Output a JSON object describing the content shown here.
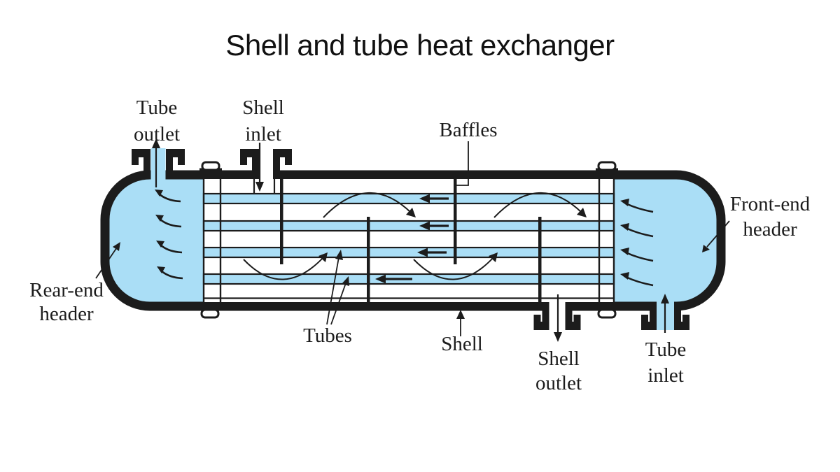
{
  "title": "Shell and tube heat exchanger",
  "colors": {
    "fluid": "#aadef6",
    "line": "#1c1c1c",
    "background": "#ffffff",
    "title_text": "#111111"
  },
  "labels": {
    "tube_outlet": {
      "line1": "Tube",
      "line2": "outlet"
    },
    "shell_inlet": {
      "line1": "Shell",
      "line2": "inlet"
    },
    "baffles": "Baffles",
    "front_end_header": {
      "line1": "Front-end",
      "line2": "header"
    },
    "rear_end_header": {
      "line1": "Rear-end",
      "line2": "header"
    },
    "tubes": "Tubes",
    "shell": "Shell",
    "shell_outlet": {
      "line1": "Shell",
      "line2": "outlet"
    },
    "tube_inlet": {
      "line1": "Tube",
      "line2": "inlet"
    }
  },
  "structure": {
    "tube_count": 4,
    "baffle_count": 4,
    "tube_flow_direction": "right-to-left",
    "shell_flow_path": "top-left inlet, serpentine around baffles, bottom-right outlet"
  }
}
